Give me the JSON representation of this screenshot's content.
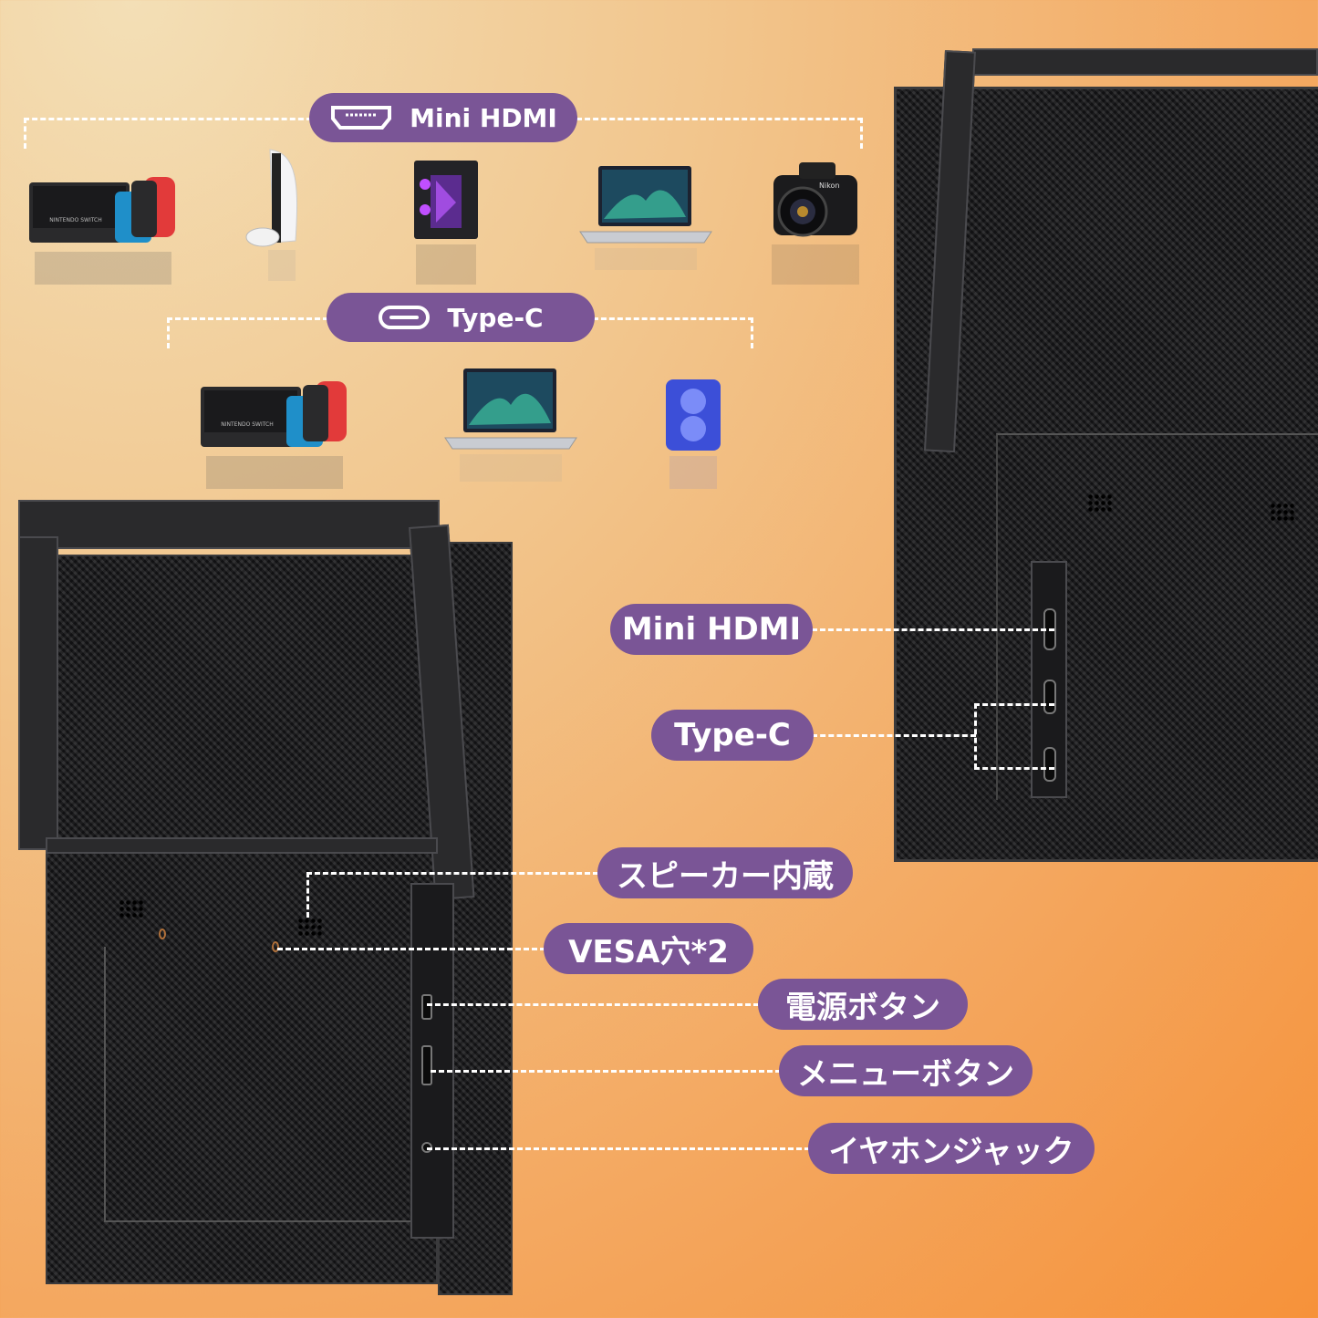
{
  "top_section": {
    "hdmi_label": "Mini HDMI",
    "typec_label": "Type-C",
    "hdmi_devices": [
      "game-console",
      "playstation",
      "gaming-pc",
      "laptop",
      "camera"
    ],
    "typec_devices": [
      "game-console",
      "laptop",
      "smartphone"
    ]
  },
  "device_text": {
    "switch_logo": "NINTENDO SWITCH",
    "camera_brand": "Nikon"
  },
  "right_monitor": {
    "labels": {
      "hdmi": "Mini HDMI",
      "typec": "Type-C"
    }
  },
  "left_monitor": {
    "labels": {
      "speaker": "スピーカー内蔵",
      "vesa": "VESA穴*2",
      "power": "電源ボタン",
      "menu": "メニューボタン",
      "earphone": "イヤホンジャック"
    }
  },
  "colors": {
    "pill": "#7a5596",
    "accent_orange": "#f6923a",
    "carbon": "#1d1d1f"
  }
}
